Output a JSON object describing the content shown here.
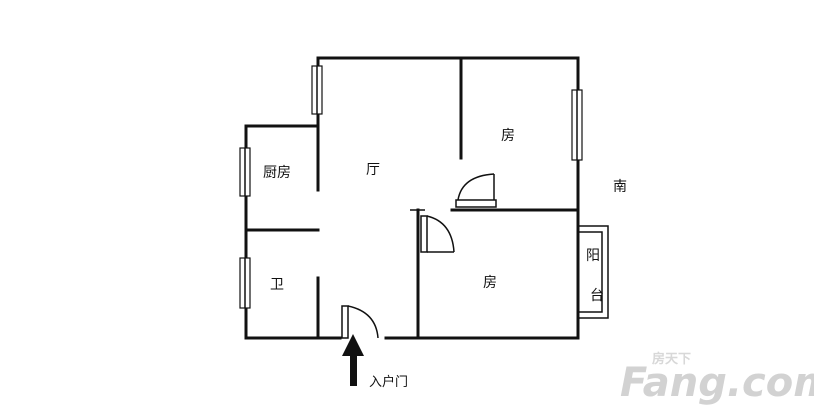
{
  "rooms": {
    "kitchen": "厨房",
    "living": "厅",
    "bedroom_north": "房",
    "bedroom_south": "房",
    "bathroom": "卫",
    "balcony_1": "阳",
    "balcony_2": "台"
  },
  "orientation": "南",
  "entrance": "入户门",
  "watermark": {
    "small": "房天下",
    "big": "Fang.com"
  }
}
